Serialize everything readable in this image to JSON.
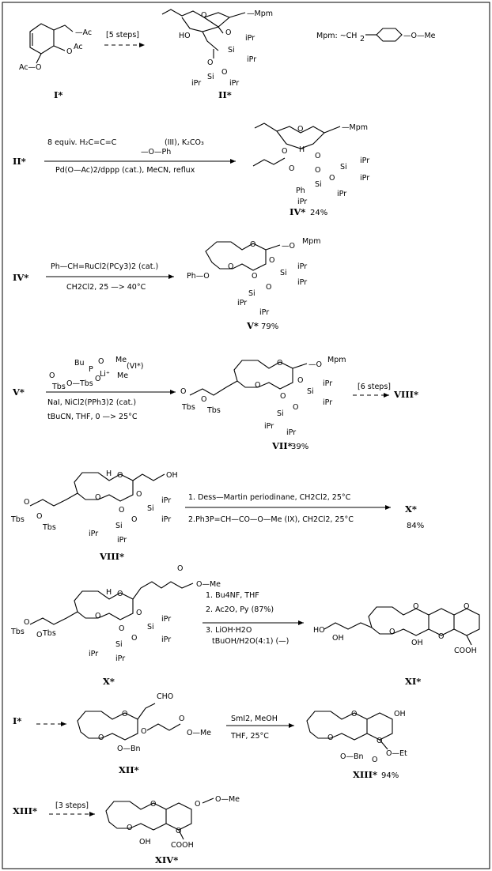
{
  "rows": [
    {
      "start": "I*",
      "product": "II*",
      "conditions": [
        "[5 steps]"
      ],
      "extra": "Mpm: ~CH2—⌬—O—Me"
    },
    {
      "start": "II*",
      "product": "IV*",
      "yield": "24%",
      "reagent_line": "8 equiv. H2C=C=C—O—Ph (III), K2CO3",
      "conditions_below": [
        "Pd(O—Ac)2/dppp (cat.), MeCN, reflux"
      ]
    },
    {
      "start": "IV*",
      "product": "V*",
      "yield": "79%",
      "conditions_above": [
        "Ph—CH=RuCl2(PCy3)2 (cat.)"
      ],
      "conditions_below": [
        "CH2Cl2, 25 —> 40°C"
      ]
    },
    {
      "start": "V*",
      "product": "VII*",
      "yield": "39%",
      "next": "VIII*",
      "conditions_below": [
        "NaI, NiCl2(PPh3)2 (cat.)",
        "tBuCN, THF, 0 —> 25°C"
      ],
      "next_conditions": [
        "[6 steps]"
      ]
    },
    {
      "start": "VIII*",
      "product": "X*",
      "yield": "84%",
      "conditions": [
        "1. Dess—Martin periodinane, CH2Cl2, 25°C",
        "2.Ph3P=CH—CO—O—Me (IX), CH2Cl2, 25°C"
      ]
    },
    {
      "start": "X*",
      "product": "XI*",
      "conditions": [
        "1. Bu4NF, THF",
        "2. Ac2O, Py (87%)",
        "3. LiOH·H2O",
        "tBuOH/H2O(4:1) (—)"
      ]
    },
    {
      "start": "I*",
      "intermediate": "XII*",
      "product": "XIII*",
      "yield": "94%",
      "conditions": [
        "SmI2, MeOH",
        "THF, 25°C"
      ]
    },
    {
      "start": "XIII*",
      "product": "XIV*",
      "conditions": [
        "[3 steps]"
      ]
    }
  ]
}
